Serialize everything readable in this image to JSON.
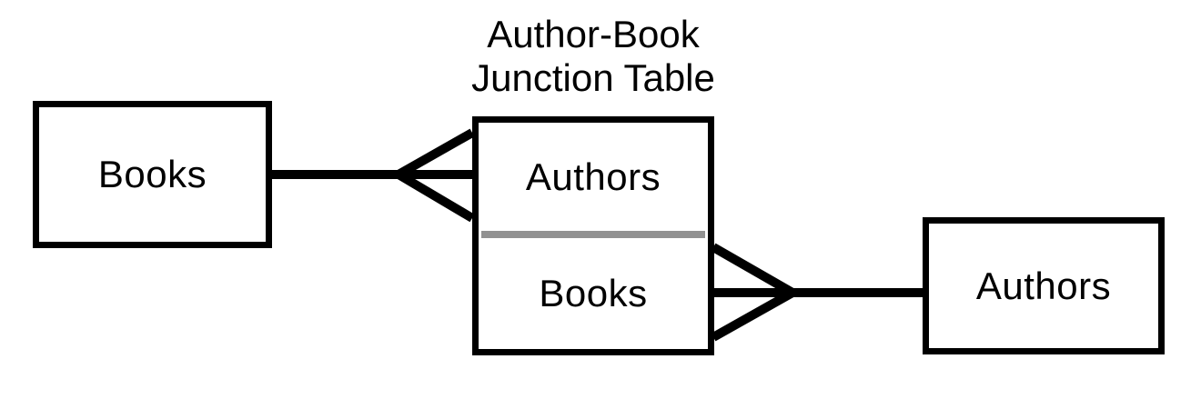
{
  "diagram": {
    "title_lines": [
      "Author-Book",
      "Junction Table"
    ],
    "entities": {
      "books": {
        "label": "Books"
      },
      "authors": {
        "label": "Authors"
      }
    },
    "junction": {
      "top_label": "Authors",
      "bottom_label": "Books"
    },
    "relationships": [
      {
        "from": "Books",
        "to": "Author-Book Junction Table",
        "notation": "crow-foot-many-at-junction"
      },
      {
        "from": "Author-Book Junction Table",
        "to": "Authors",
        "notation": "crow-foot-many-at-junction"
      }
    ],
    "colors": {
      "line": "#000000",
      "divider": "#919191",
      "background": "#ffffff",
      "text": "#000000"
    }
  }
}
